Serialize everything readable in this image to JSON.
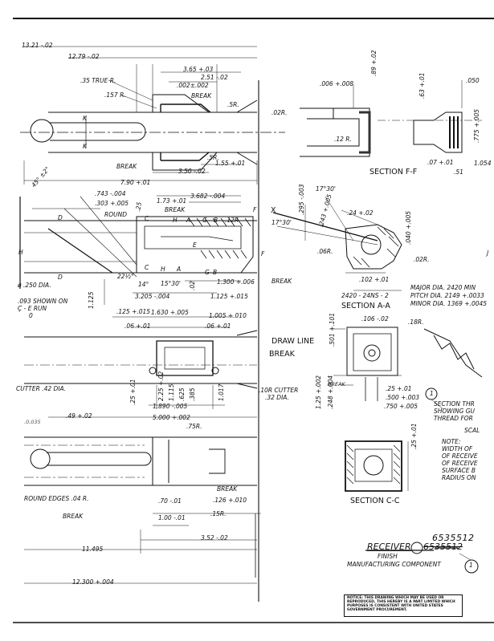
{
  "top_view": {
    "overall_13": "13.21 -.02",
    "overall_12": "12.79 -.02",
    "dim_365": "3.65 +.03",
    "dim_251": "2.51 -.02",
    "dim_002": ".002±.002",
    "true_r": ".35 TRUE R.",
    "r_157": ".157 R.",
    "break_a": "BREAK",
    "r_5": ".5R.",
    "r_02": ".02R.",
    "r_5b": ".5R.",
    "break_b": "BREAK",
    "dim_350": "3.50 -.02",
    "dim_155": "1.55 +.01",
    "dim_790": "7.90 +.01",
    "k_top": "K",
    "k_bot": "K"
  },
  "section_ff": {
    "dim_006": ".006 +.008",
    "dim_89": ".89 +.02",
    "dim_63": ".63 +.01",
    "dim_050": ".050",
    "r_12": ".12 R.",
    "dim_07": ".07 +.01",
    "dim_51": ".51",
    "dim_1054": "1.054",
    "dim_775": ".775 +.005",
    "title": "SECTION F-F"
  },
  "side_view": {
    "angle_45": "45° ±2°",
    "dim_743": ".743 -.004",
    "dim_303": ".303 +.005",
    "round": "ROUND",
    "dim_25": ".25",
    "dim_173": "1.73 +.01",
    "dim_3682": "3.682 -.004",
    "break_top": "BREAK",
    "r_12": ".12R",
    "lbl_c": "C",
    "lbl_h": "H",
    "lbl_a": "A",
    "lbl_g": "G",
    "lbl_b": "B",
    "lbl_d1": "D",
    "lbl_d2": "D",
    "lbl_c2": "C",
    "lbl_h2": "H",
    "lbl_a2": "A",
    "lbl_g2": "G",
    "lbl_b2": "B",
    "lbl_e": "E",
    "lbl_f": "F",
    "lbl_ff": "F",
    "lbl_hh": "H",
    "dia_250": "ø .250 DIA.",
    "shown_on_1": ".093 SHOWN ON",
    "shown_on_2": "Ç - E RUN",
    "shown_on_3": "0",
    "angle_22": "22½°",
    "angle_14": "14°",
    "dim_1125": "1.125",
    "dim_1530": "15°30'",
    "dim_02": ".02",
    "dim_3205": "3.205 -.004",
    "dim_1300": "1.300 +.006",
    "dim_1125b": "1.125 +.015",
    "break_side": "BREAK"
  },
  "section_aa": {
    "angle_17_30a": "17°30'",
    "angle_17_30b": "17°30'",
    "lbl_x": "X",
    "dim_295": ".295 -.003",
    "dim_243": ".243 +.005",
    "dim_24": ".24 +.02",
    "dim_040": ".040 +.005",
    "r_06": ".06R.",
    "r_02": ".02R.",
    "dim_102": ".102 +.01",
    "thread": "2420 - 24NS - 2",
    "major": "MAJOR DIA. 2420 MIN",
    "pitch": "PITCH DIA. 2149 +.0033",
    "minor": "MINOR DIA. 1369 +.0045",
    "title": "SECTION A-A"
  },
  "middle_view": {
    "dim_125": ".125 +.015",
    "dim_1630": "1.630 +.005",
    "dim_1005": "1.005 +.010",
    "dim_06a": ".06 +.01",
    "dim_06b": ".06 +.01",
    "draw_line": "DRAW LINE",
    "break": "BREAK",
    "cutter_42": "CUTTER .42 DIA.",
    "dim_25": ".25 +.01",
    "dim_225": "2.25 +.02",
    "dim_1115": "1.115",
    "dim_625": ".625",
    "dim_385": ".385",
    "dim_1890": "1.890 -.005",
    "dim_1017": "1.017",
    "dim_49": ".49 +.02",
    "dim_5000": "5.000 +.002",
    "cutter_10r": ".10R CUTTER",
    "cutter_32": ".32 DIA.",
    "partial_left": ".0,035"
  },
  "section_cc_top": {
    "dim_106": ".106 -.02",
    "r_18": ".18R.",
    "dim_501": ".501 +.101",
    "break": "BREAK",
    "dim_125": "1.25 +.002",
    "dim_248": ".248 +.004",
    "dim_25": ".25 +.01",
    "dim_500": ".500 +.003",
    "dim_750": ".750 +.005"
  },
  "bottom_view": {
    "r_75": ".75R.",
    "round_edges": "ROUND EDGES .04 R.",
    "break_a": "BREAK",
    "dim_70": ".70 -.01",
    "break_b": "BREAK",
    "dim_126": ".126 +.010",
    "dim_100": "1.00 -.01",
    "r_15": ".15R.",
    "dim_352": "3.52 -.02",
    "dim_11495": "11.495",
    "dim_12300": "12.300 +.004"
  },
  "section_cc": {
    "dim_25": ".25 +.01",
    "title": "SECTION C-C"
  },
  "right_notes": {
    "balloon": "1",
    "section_line1": "SECTION THR",
    "section_line2": "SHOWING GU",
    "section_line3": "THREAD FOR",
    "scale": "SCAL",
    "note_title": "NOTE:",
    "note_line1": "WIDTH OF",
    "note_line2": "OF RECEIVE",
    "note_line3": "OF RECEIVE",
    "note_line4": "SURFACE B",
    "note_line5": "RADIUS ON",
    "edge_j": "J"
  },
  "title_block": {
    "part_number": "6535512",
    "name": "RECEIVER",
    "struck_number": "6535512",
    "finish": "FINISH",
    "balloon": "1",
    "category": "MANUFACTURING COMPONENT",
    "notice": "NOTICE: THIS DRAWING WHICH MAY BE USED OR REPRODUCED, THIS HEREBY IS A PART LIMITED WHICH PURPOSES IS CONSISTENT WITH UNITED STATES GOVERNMENT PROCUREMENT."
  }
}
